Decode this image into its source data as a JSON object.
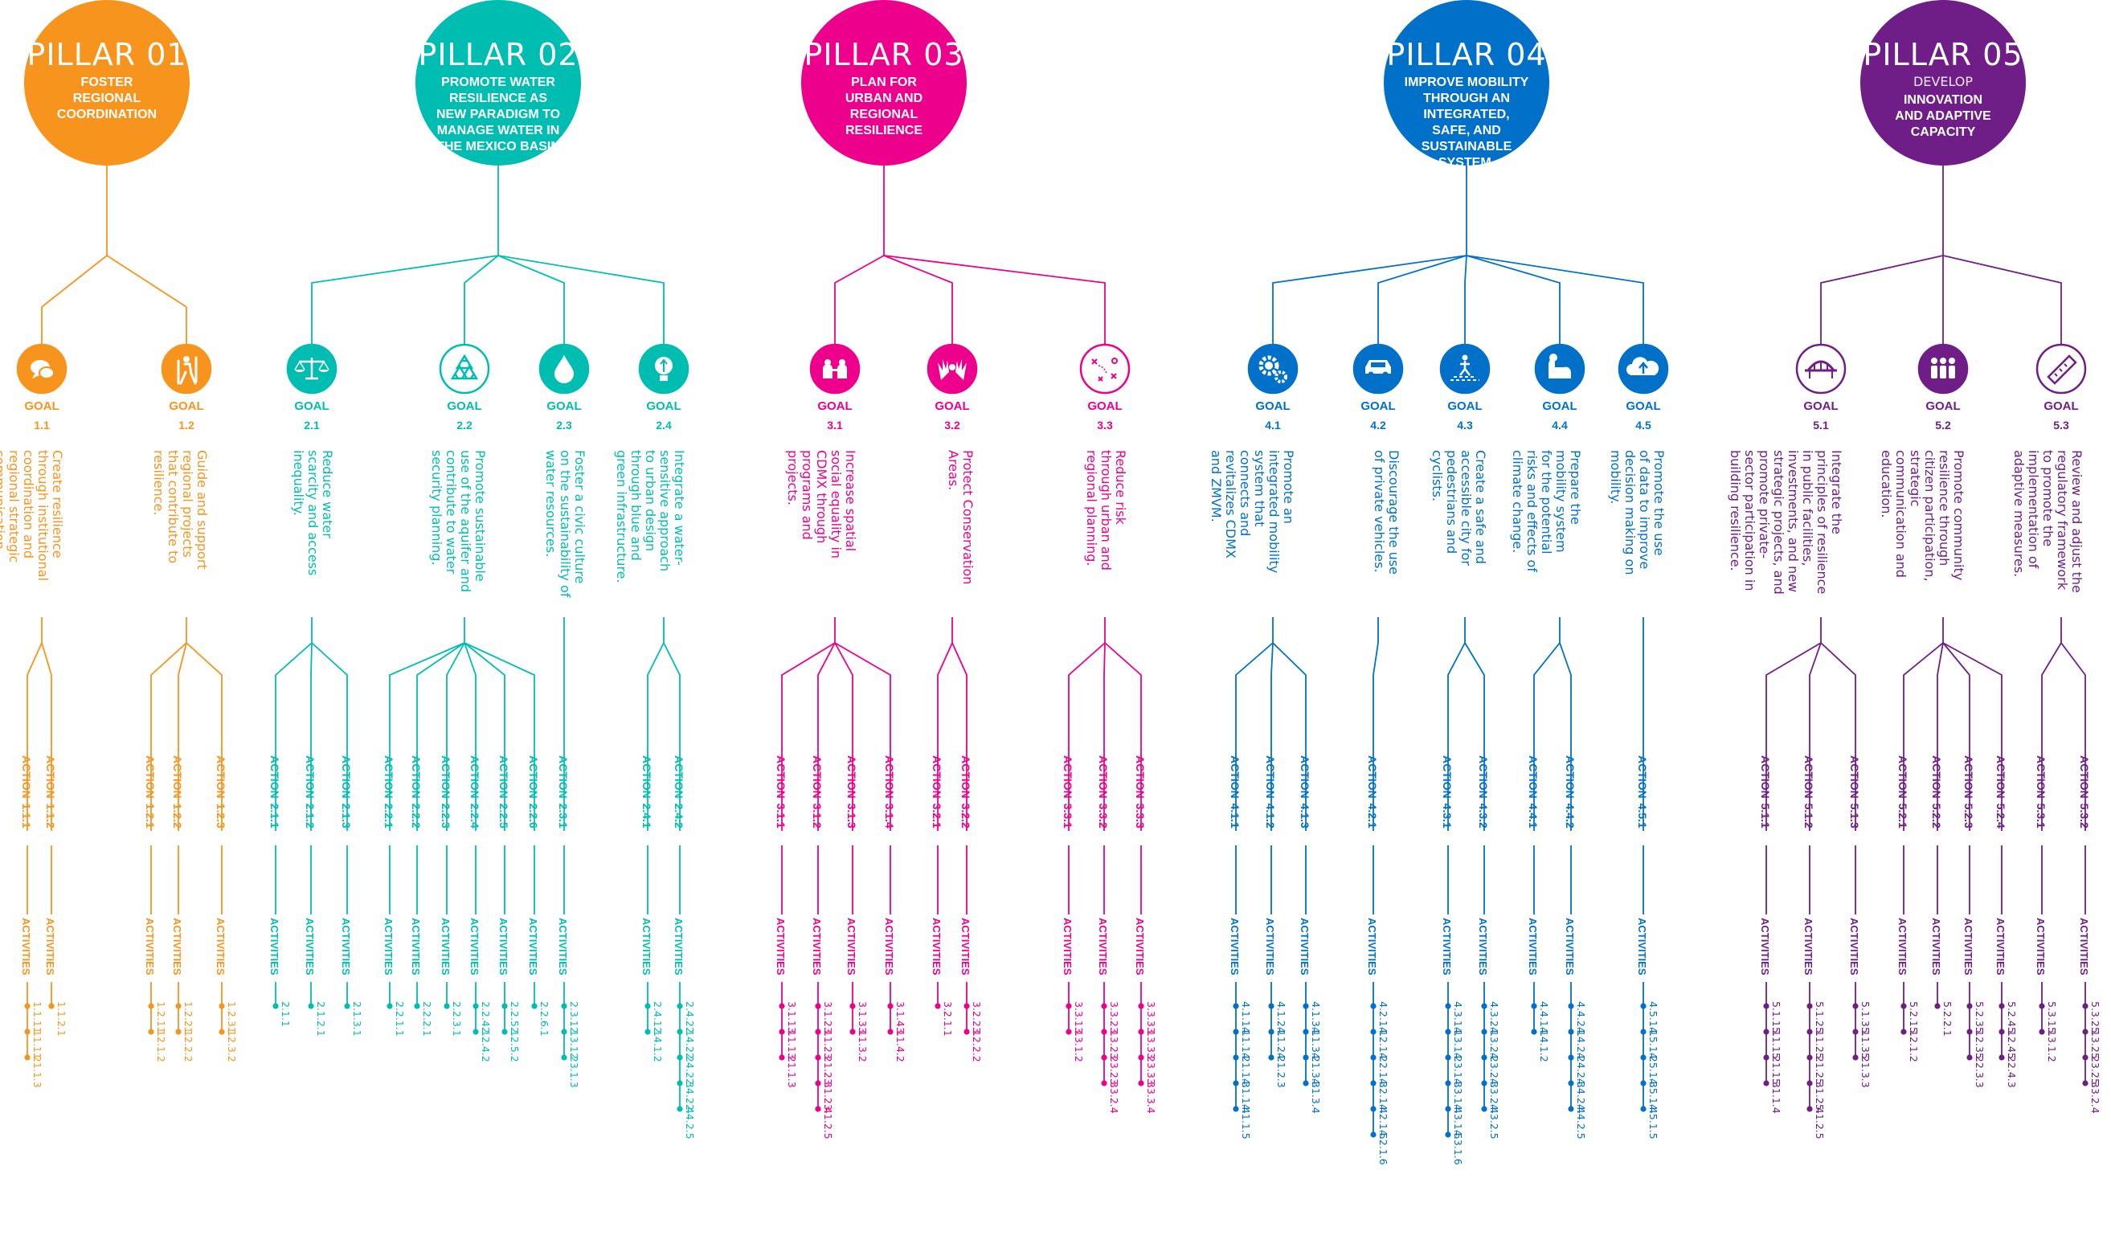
{
  "labels": {
    "goal": "GOAL",
    "action_prefix": "ACTION",
    "activities": "ACTIVITIES"
  },
  "pillars": [
    {
      "id": "p1",
      "pillar_label": "PILLAR 01",
      "subtitle": "",
      "title": "FOSTER\nREGIONAL\nCOORDINATION",
      "color": "#F7941D",
      "icon_names": [
        "speech-bubbles-icon",
        "hiker-icon"
      ],
      "goals": [
        {
          "number": "1.1",
          "icon": "speech-bubbles-icon",
          "text": "Create resilience\nthrough institutional\ncoordination and\nregional strategic\ncommunication.",
          "actions": [
            {
              "id": "1.1.1",
              "activities": [
                [
                  "1.1.1.1",
                  "1.1.1.2",
                  "1.1.1.3"
                ]
              ]
            },
            {
              "id": "1.1.2",
              "activities": [
                [
                  "1.1.2.1"
                ]
              ]
            }
          ]
        },
        {
          "number": "1.2",
          "icon": "hiker-icon",
          "text": "Guide and support\nregional projects\nthat contribute to\nresilience.",
          "actions": [
            {
              "id": "1.2.1",
              "activities": [
                [
                  "1.2.1.1",
                  "1.2.1.2"
                ]
              ]
            },
            {
              "id": "1.2.2",
              "activities": [
                [
                  "1.2.2.1",
                  "1.2.2.2"
                ]
              ]
            },
            {
              "id": "1.2.3",
              "activities": [
                [
                  "1.2.3.1",
                  "1.2.3.2"
                ]
              ]
            }
          ]
        }
      ]
    },
    {
      "id": "p2",
      "pillar_label": "PILLAR 02",
      "subtitle": "",
      "title": "PROMOTE WATER\nRESILIENCE AS\nNEW PARADIGM TO\nMANAGE WATER IN\nTHE MEXICO BASIN",
      "color": "#00BDB2",
      "icon_names": [
        "scales-icon",
        "recycle-icon",
        "water-drop-icon",
        "lightbulb-icon"
      ],
      "goals": [
        {
          "number": "2.1",
          "icon": "scales-icon",
          "text": "Reduce water\nscarcity and access\ninequality.",
          "actions": [
            {
              "id": "2.1.1",
              "activities": [
                [
                  "2.1.1"
                ]
              ]
            },
            {
              "id": "2.1.2",
              "activities": [
                [
                  "2.1.2.1"
                ]
              ]
            },
            {
              "id": "2.1.3",
              "activities": [
                [
                  "2.1.3.1"
                ]
              ]
            }
          ]
        },
        {
          "number": "2.2",
          "icon": "recycle-icon",
          "text": "Promote sustainable\nuse of the aquifer and\ncontribute to water\nsecurity planning.",
          "actions": [
            {
              "id": "2.2.1",
              "activities": [
                [
                  "2.2.1.1"
                ]
              ]
            },
            {
              "id": "2.2.2",
              "activities": [
                [
                  "2.2.2.1"
                ]
              ]
            },
            {
              "id": "2.2.3",
              "activities": [
                [
                  "2.2.3.1"
                ]
              ]
            },
            {
              "id": "2.2.4",
              "activities": [
                [
                  "2.2.4.1",
                  "2.2.4.2"
                ]
              ]
            },
            {
              "id": "2.2.5",
              "activities": [
                [
                  "2.2.5.1",
                  "2.2.5.2"
                ]
              ]
            },
            {
              "id": "2.2.6",
              "activities": [
                [
                  "2.2.6.1"
                ]
              ]
            }
          ]
        },
        {
          "number": "2.3",
          "icon": "water-drop-icon",
          "text": "Foster a civic culture\non the sustainability of\nwater resources.",
          "actions": [
            {
              "id": "2.3.1",
              "activities": [
                [
                  "2.3.1.1",
                  "2.3.1.2",
                  "2.3.1.3"
                ]
              ]
            }
          ]
        },
        {
          "number": "2.4",
          "icon": "lightbulb-icon",
          "text": "Integrate a water-\nsensitive approach\nto urban design\nthrough blue and\ngreen infrastructure.",
          "actions": [
            {
              "id": "2.4.1",
              "activities": [
                [
                  "2.4.1.1",
                  "2.4.1.2"
                ]
              ]
            },
            {
              "id": "2.4.2",
              "activities": [
                [
                  "2.4.2.1",
                  "2.4.2.2",
                  "2.4.2.3",
                  "2.4.2.4",
                  "2.4.2.5"
                ]
              ]
            }
          ]
        }
      ]
    },
    {
      "id": "p3",
      "pillar_label": "PILLAR 03",
      "subtitle": "",
      "title": "PLAN FOR\nURBAN AND\nREGIONAL\nRESILIENCE",
      "color": "#EC008C",
      "icon_names": [
        "people-meeting-icon",
        "raised-hands-icon",
        "strategy-plan-icon"
      ],
      "goals": [
        {
          "number": "3.1",
          "icon": "people-meeting-icon",
          "text": "Increase spatial\nsocial equality in\nCDMX through\nprograms and\nprojects.",
          "actions": [
            {
              "id": "3.1.1",
              "activities": [
                [
                  "3.1.1.1",
                  "3.1.1.2",
                  "3.1.1.3"
                ]
              ]
            },
            {
              "id": "3.1.2",
              "activities": [
                [
                  "3.1.2.1",
                  "3.1.2.2",
                  "3.1.2.3",
                  "3.1.2.4",
                  "3.1.2.5"
                ]
              ]
            },
            {
              "id": "3.1.3",
              "activities": [
                [
                  "3.1.3.1",
                  "3.1.3.2"
                ]
              ]
            },
            {
              "id": "3.1.4",
              "activities": [
                [
                  "3.1.4.1",
                  "3.1.4.2"
                ]
              ]
            }
          ]
        },
        {
          "number": "3.2",
          "icon": "raised-hands-icon",
          "text": "Protect Conservation\nAreas.",
          "actions": [
            {
              "id": "3.2.1",
              "activities": [
                [
                  "3.2.1.1"
                ]
              ]
            },
            {
              "id": "3.2.2",
              "activities": [
                [
                  "3.2.2.1",
                  "3.2.2.2"
                ]
              ]
            }
          ]
        },
        {
          "number": "3.3",
          "icon": "strategy-plan-icon",
          "text": "Reduce risk\nthrough urban and\nregional planning.",
          "actions": [
            {
              "id": "3.3.1",
              "activities": [
                [
                  "3.3.1.1",
                  "3.3.1.2"
                ]
              ]
            },
            {
              "id": "3.3.2",
              "activities": [
                [
                  "3.3.2.1",
                  "3.3.2.2",
                  "3.3.2.3",
                  "3.3.2.4"
                ]
              ]
            },
            {
              "id": "3.3.3",
              "activities": [
                [
                  "3.3.3.1",
                  "3.3.3.2",
                  "3.3.3.3",
                  "3.3.3.4"
                ]
              ]
            }
          ]
        }
      ]
    },
    {
      "id": "p4",
      "pillar_label": "PILLAR 04",
      "subtitle": "",
      "title": "IMPROVE MOBILITY\nTHROUGH AN\nINTEGRATED,\nSAFE, AND\nSUSTAINABLE\nSYSTEM.",
      "color": "#0070C9",
      "icon_names": [
        "gears-icon",
        "car-icon",
        "crosswalk-icon",
        "flexed-arm-icon",
        "cloud-upload-icon"
      ],
      "goals": [
        {
          "number": "4.1",
          "icon": "gears-icon",
          "text": "Promote an\nintegrated mobility\nsystem that\nconnects and\nrevitalizes CDMX\nand ZMVM.",
          "actions": [
            {
              "id": "4.1.1",
              "activities": [
                [
                  "4.1.1.1",
                  "4.1.1.2",
                  "4.1.1.3",
                  "4.1.1.4",
                  "4.1.1.5"
                ]
              ]
            },
            {
              "id": "4.1.2",
              "activities": [
                [
                  "4.1.2.1",
                  "4.1.2.2",
                  "4.1.2.3"
                ]
              ]
            },
            {
              "id": "4.1.3",
              "activities": [
                [
                  "4.1.3.1",
                  "4.1.3.2",
                  "4.1.3.3",
                  "4.1.3.4"
                ]
              ]
            }
          ]
        },
        {
          "number": "4.2",
          "icon": "car-icon",
          "text": "Discourage the use\nof private vehicles.",
          "actions": [
            {
              "id": "4.2.1",
              "activities": [
                [
                  "4.2.1.1",
                  "4.2.1.2",
                  "4.2.1.3",
                  "4.2.1.4",
                  "4.2.1.5",
                  "4.2.1.6"
                ]
              ]
            }
          ]
        },
        {
          "number": "4.3",
          "icon": "crosswalk-icon",
          "text": "Create a safe and\naccessible city for\npedestrians and\ncyclists.",
          "actions": [
            {
              "id": "4.3.1",
              "activities": [
                [
                  "4.3.1.1",
                  "4.3.1.2",
                  "4.3.1.3",
                  "4.3.1.4",
                  "4.3.1.5",
                  "4.3.1.6"
                ]
              ]
            },
            {
              "id": "4.3.2",
              "activities": [
                [
                  "4.3.2.1",
                  "4.3.2.2",
                  "4.3.2.3",
                  "4.3.2.4",
                  "4.3.2.5"
                ]
              ]
            }
          ]
        },
        {
          "number": "4.4",
          "icon": "flexed-arm-icon",
          "text": "Prepare the\nmobility system\nfor the potential\nrisks and effects of\nclimate change.",
          "actions": [
            {
              "id": "4.4.1",
              "activities": [
                [
                  "4.4.1.1",
                  "4.4.1.2"
                ]
              ]
            },
            {
              "id": "4.4.2",
              "activities": [
                [
                  "4.4.2.1",
                  "4.4.2.2",
                  "4.4.2.3",
                  "4.4.2.4",
                  "4.4.2.5"
                ]
              ]
            }
          ]
        },
        {
          "number": "4.5",
          "icon": "cloud-upload-icon",
          "text": "Promote the use\nof data to improve\ndecision making on\nmobility.",
          "actions": [
            {
              "id": "4.5.1",
              "activities": [
                [
                  "4.5.1.1",
                  "4.5.1.2",
                  "4.5.1.3",
                  "4.5.1.4",
                  "4.5.1.5"
                ]
              ]
            }
          ]
        }
      ]
    },
    {
      "id": "p5",
      "pillar_label": "PILLAR 05",
      "subtitle": "DEVELOP",
      "title": "INNOVATION\nAND ADAPTIVE\nCAPACITY",
      "color": "#6F1E87",
      "icon_names": [
        "bridge-icon",
        "community-icon",
        "ruler-icon"
      ],
      "goals": [
        {
          "number": "5.1",
          "icon": "bridge-icon",
          "text": "Integrate the\nprinciples of resilience\nin public facilities,\ninvestments, and new\nstrategic projects, and\npromote private-\nsector participation in\nbuilding resilience.",
          "actions": [
            {
              "id": "5.1.1",
              "activities": [
                [
                  "5.1.1.1",
                  "5.1.1.2",
                  "5.1.1.3",
                  "5.1.1.4"
                ]
              ]
            },
            {
              "id": "5.1.2",
              "activities": [
                [
                  "5.1.2.1",
                  "5.1.2.2",
                  "5.1.2.3",
                  "5.1.2.4",
                  "5.1.2.5"
                ]
              ]
            },
            {
              "id": "5.1.3",
              "activities": [
                [
                  "5.1.3.1",
                  "5.1.3.2",
                  "5.1.3.3"
                ]
              ]
            }
          ]
        },
        {
          "number": "5.2",
          "icon": "community-icon",
          "text": "Promote community\nresilience through\ncitizen participation,\nstrategic\ncommunication and\neducation.",
          "actions": [
            {
              "id": "5.2.1",
              "activities": [
                [
                  "5.2.1.1",
                  "5.2.1.2"
                ]
              ]
            },
            {
              "id": "5.2.2",
              "activities": [
                [
                  "5.2.2.1"
                ]
              ]
            },
            {
              "id": "5.2.3",
              "activities": [
                [
                  "5.2.3.1",
                  "5.2.3.2",
                  "5.2.3.3"
                ]
              ]
            },
            {
              "id": "5.2.4",
              "activities": [
                [
                  "5.2.4.1",
                  "5.2.4.2",
                  "5.2.4.3"
                ]
              ]
            }
          ]
        },
        {
          "number": "5.3",
          "icon": "ruler-icon",
          "text": "Review and adjust the\nregulatory framework\nto promote the\nimplementation of\nadaptive measures.",
          "actions": [
            {
              "id": "5.3.1",
              "activities": [
                [
                  "5.3.1.1",
                  "5.3.1.2"
                ]
              ]
            },
            {
              "id": "5.3.2",
              "activities": [
                [
                  "5.3.2.1",
                  "5.3.2.2",
                  "5.3.2.3",
                  "5.3.2.4"
                ]
              ]
            }
          ]
        }
      ]
    }
  ]
}
